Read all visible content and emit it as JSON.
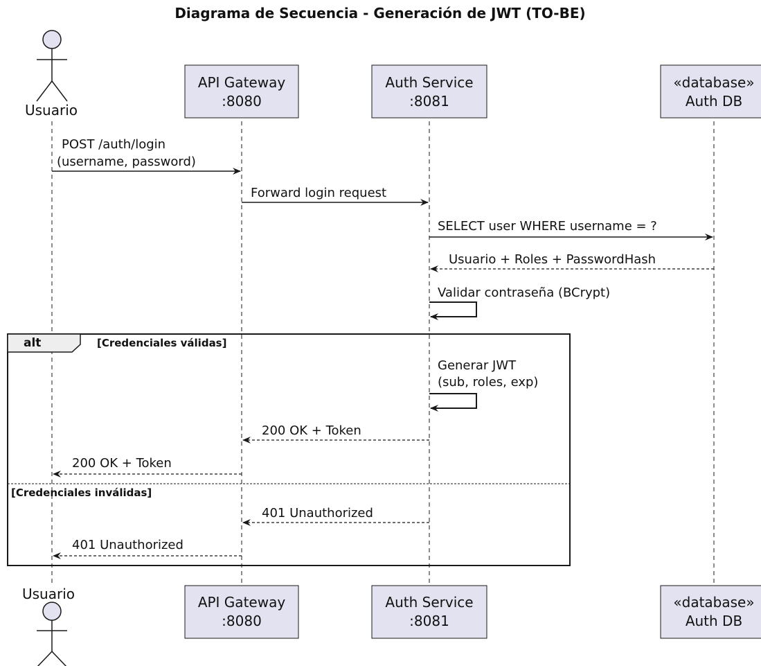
{
  "title": "Diagrama de Secuencia - Generación de JWT (TO-BE)",
  "participants": [
    {
      "id": "usuario",
      "kind": "actor",
      "label": "Usuario"
    },
    {
      "id": "gateway",
      "kind": "box",
      "line1": "API Gateway",
      "line2": ":8080"
    },
    {
      "id": "auth",
      "kind": "box",
      "line1": "Auth Service",
      "line2": ":8081"
    },
    {
      "id": "db",
      "kind": "box",
      "line1": "«database»",
      "line2": "Auth DB"
    }
  ],
  "messages": [
    {
      "from": "usuario",
      "to": "gateway",
      "style": "solid",
      "lines": [
        "POST /auth/login",
        "(username, password)"
      ]
    },
    {
      "from": "gateway",
      "to": "auth",
      "style": "solid",
      "lines": [
        "Forward login request"
      ]
    },
    {
      "from": "auth",
      "to": "db",
      "style": "solid",
      "lines": [
        "SELECT user WHERE username = ?"
      ]
    },
    {
      "from": "db",
      "to": "auth",
      "style": "dashed",
      "lines": [
        "Usuario + Roles + PasswordHash"
      ]
    },
    {
      "from": "auth",
      "to": "auth",
      "style": "self",
      "lines": [
        "Validar contraseña (BCrypt)"
      ]
    },
    {
      "from": "auth",
      "to": "auth",
      "style": "self",
      "lines": [
        "Generar JWT",
        "(sub, roles, exp)"
      ]
    },
    {
      "from": "auth",
      "to": "gateway",
      "style": "dashed",
      "lines": [
        "200 OK + Token"
      ]
    },
    {
      "from": "gateway",
      "to": "usuario",
      "style": "dashed",
      "lines": [
        "200 OK + Token"
      ]
    },
    {
      "from": "auth",
      "to": "gateway",
      "style": "dashed",
      "lines": [
        "401 Unauthorized"
      ]
    },
    {
      "from": "gateway",
      "to": "usuario",
      "style": "dashed",
      "lines": [
        "401 Unauthorized"
      ]
    }
  ],
  "alt_frame": {
    "keyword": "alt",
    "guard_1": "[Credenciales válidas]",
    "guard_2": "[Credenciales inválidas]"
  },
  "colors": {
    "participant_fill": "#e2e2f0",
    "participant_border": "#181818",
    "line": "#181818",
    "lifeline": "#181818",
    "frame_tab_fill": "#eeeeee"
  }
}
